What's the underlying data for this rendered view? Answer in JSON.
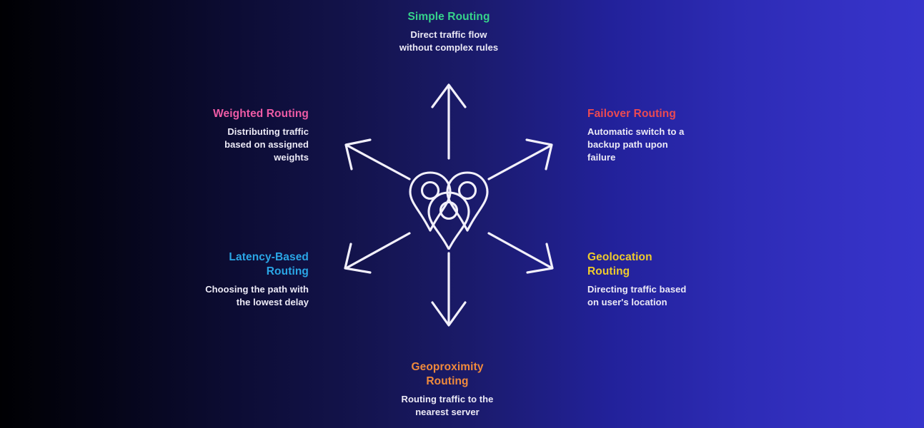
{
  "background": {
    "gradient_from": "#000003",
    "gradient_mid": "#1a1a68",
    "gradient_to": "#3734cb"
  },
  "center": {
    "icon": "map-pins-cluster-icon",
    "stroke_color": "#f2f0fb"
  },
  "arrows": {
    "color": "#f2f0fb",
    "count": 6,
    "directions": [
      "up",
      "up-right",
      "down-right",
      "down",
      "down-left",
      "up-left"
    ]
  },
  "nodes": [
    {
      "id": "simple",
      "title": "Simple Routing",
      "title_color": "#36d38b",
      "description": "Direct traffic flow\nwithout complex rules",
      "desc_line1": "Direct traffic flow",
      "desc_line2": "without complex rules",
      "position": "top"
    },
    {
      "id": "weighted",
      "title": "Weighted Routing",
      "title_color": "#ee5ba5",
      "description": "Distributing traffic based on assigned weights",
      "desc_line1": "Distributing traffic",
      "desc_line2": "based on assigned",
      "desc_line3": "weights",
      "position": "top-left"
    },
    {
      "id": "failover",
      "title": "Failover Routing",
      "title_color": "#eb4a52",
      "description": "Automatic switch to a backup path upon failure",
      "desc_line1": "Automatic switch to a",
      "desc_line2": "backup path upon",
      "desc_line3": "failure",
      "position": "top-right"
    },
    {
      "id": "latency",
      "title_line1": "Latency-Based",
      "title_line2": "Routing",
      "title": "Latency-Based Routing",
      "title_color": "#2aa6e6",
      "description": "Choosing the path with the lowest delay",
      "desc_line1": "Choosing the path with",
      "desc_line2": "the lowest delay",
      "position": "bottom-left"
    },
    {
      "id": "geolocation",
      "title_line1": "Geolocation",
      "title_line2": "Routing",
      "title": "Geolocation Routing",
      "title_color": "#eecb2c",
      "description": "Directing traffic based on user's location",
      "desc_line1": "Directing traffic based",
      "desc_line2": "on user's location",
      "position": "bottom-right"
    },
    {
      "id": "geoproximity",
      "title_line1": "Geoproximity",
      "title_line2": "Routing",
      "title": "Geoproximity Routing",
      "title_color": "#f08a3c",
      "description": "Routing traffic to the nearest server",
      "desc_line1": "Routing traffic to the",
      "desc_line2": "nearest server",
      "position": "bottom"
    }
  ]
}
